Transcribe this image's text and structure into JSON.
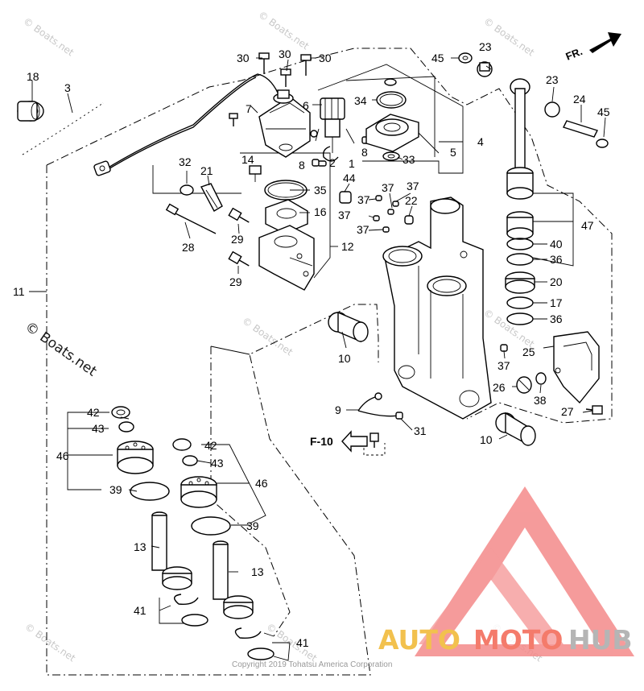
{
  "watermarks": {
    "site": "© Boats.net",
    "copyright": "Copyright 2019 Tohatsu America Corporation"
  },
  "brand": {
    "word1": "AUTO",
    "word2": "MOTO",
    "word3": "HUB",
    "colors": {
      "auto": "#f2c14e",
      "moto": "#f47b6b",
      "hub": "#b5b5b5",
      "logo": "#f48a8a"
    }
  },
  "direction": {
    "forward": "FR.",
    "figure_ref": "F-10"
  },
  "callouts": [
    {
      "id": "c1",
      "text": "1"
    },
    {
      "id": "c2",
      "text": "2"
    },
    {
      "id": "c3",
      "text": "3"
    },
    {
      "id": "c4",
      "text": "4"
    },
    {
      "id": "c5",
      "text": "5"
    },
    {
      "id": "c6",
      "text": "6"
    },
    {
      "id": "c7",
      "text": "7"
    },
    {
      "id": "c8a",
      "text": "8"
    },
    {
      "id": "c8b",
      "text": "8"
    },
    {
      "id": "c9",
      "text": "9"
    },
    {
      "id": "c10a",
      "text": "10"
    },
    {
      "id": "c10b",
      "text": "10"
    },
    {
      "id": "c11",
      "text": "11"
    },
    {
      "id": "c12",
      "text": "12"
    },
    {
      "id": "c13a",
      "text": "13"
    },
    {
      "id": "c13b",
      "text": "13"
    },
    {
      "id": "c14",
      "text": "14"
    },
    {
      "id": "c16",
      "text": "16"
    },
    {
      "id": "c17",
      "text": "17"
    },
    {
      "id": "c18",
      "text": "18"
    },
    {
      "id": "c20",
      "text": "20"
    },
    {
      "id": "c21",
      "text": "21"
    },
    {
      "id": "c22",
      "text": "22"
    },
    {
      "id": "c23a",
      "text": "23"
    },
    {
      "id": "c23b",
      "text": "23"
    },
    {
      "id": "c24",
      "text": "24"
    },
    {
      "id": "c25",
      "text": "25"
    },
    {
      "id": "c26",
      "text": "26"
    },
    {
      "id": "c27",
      "text": "27"
    },
    {
      "id": "c28",
      "text": "28"
    },
    {
      "id": "c29a",
      "text": "29"
    },
    {
      "id": "c29b",
      "text": "29"
    },
    {
      "id": "c30a",
      "text": "30"
    },
    {
      "id": "c30b",
      "text": "30"
    },
    {
      "id": "c30c",
      "text": "30"
    },
    {
      "id": "c31",
      "text": "31"
    },
    {
      "id": "c32",
      "text": "32"
    },
    {
      "id": "c33",
      "text": "33"
    },
    {
      "id": "c34",
      "text": "34"
    },
    {
      "id": "c35",
      "text": "35"
    },
    {
      "id": "c36a",
      "text": "36"
    },
    {
      "id": "c36b",
      "text": "36"
    },
    {
      "id": "c37a",
      "text": "37"
    },
    {
      "id": "c37b",
      "text": "37"
    },
    {
      "id": "c37c",
      "text": "37"
    },
    {
      "id": "c37d",
      "text": "37"
    },
    {
      "id": "c37e",
      "text": "37"
    },
    {
      "id": "c38",
      "text": "38"
    },
    {
      "id": "c39a",
      "text": "39"
    },
    {
      "id": "c39b",
      "text": "39"
    },
    {
      "id": "c40",
      "text": "40"
    },
    {
      "id": "c41a",
      "text": "41"
    },
    {
      "id": "c41b",
      "text": "41"
    },
    {
      "id": "c42a",
      "text": "42"
    },
    {
      "id": "c42b",
      "text": "42"
    },
    {
      "id": "c43a",
      "text": "43"
    },
    {
      "id": "c43b",
      "text": "43"
    },
    {
      "id": "c44",
      "text": "44"
    },
    {
      "id": "c45a",
      "text": "45"
    },
    {
      "id": "c45b",
      "text": "45"
    },
    {
      "id": "c46a",
      "text": "46"
    },
    {
      "id": "c46b",
      "text": "46"
    },
    {
      "id": "c47",
      "text": "47"
    }
  ]
}
